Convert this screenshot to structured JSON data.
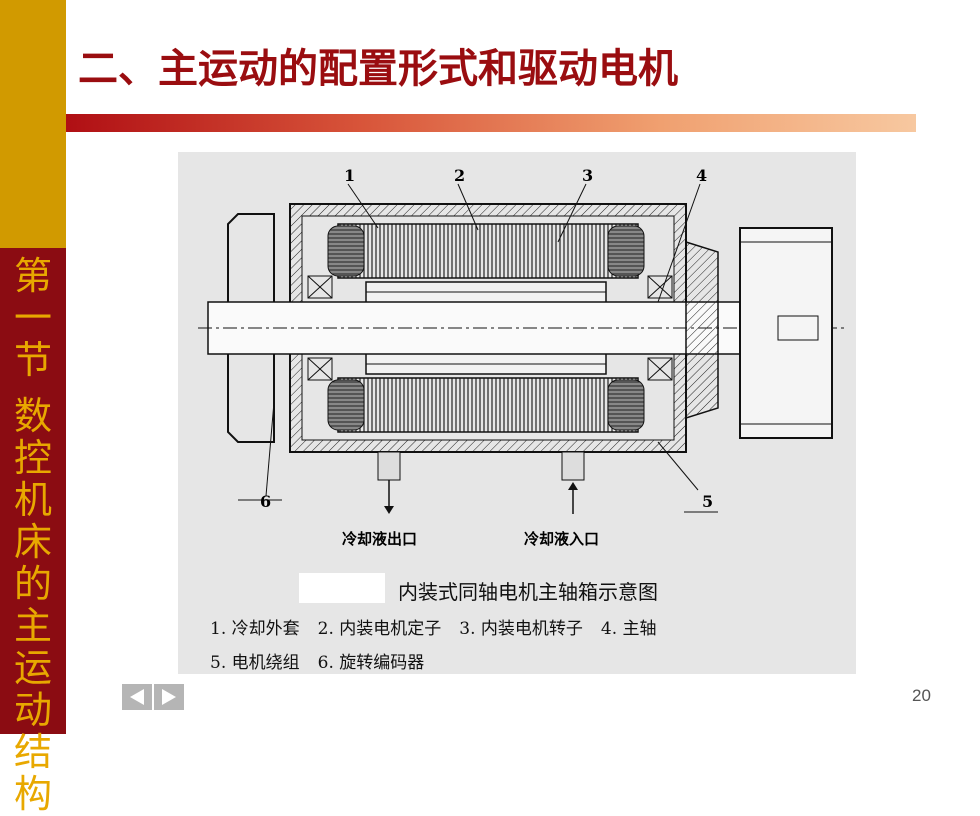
{
  "slide": {
    "title": "二、主运动的配置形式和驱动电机",
    "section": [
      "第",
      "一",
      "节",
      " ",
      "数",
      "控",
      "机",
      "床",
      "的",
      "主",
      "运",
      "动",
      "结",
      "构"
    ],
    "page_number": "20"
  },
  "figure": {
    "callouts": [
      "1",
      "2",
      "3",
      "4",
      "5",
      "6"
    ],
    "coolant_out": "冷却液出口",
    "coolant_in": "冷却液入口",
    "caption": "内装式同轴电机主轴箱示意图",
    "legend_line1": [
      "1. 冷却外套",
      "2. 内装电机定子",
      "3. 内装电机转子",
      "4. 主轴"
    ],
    "legend_line2": [
      "5. 电机绕组",
      "6. 旋转编码器"
    ]
  },
  "nav": {
    "prev_icon": "triangle-left-icon",
    "next_icon": "triangle-right-icon"
  }
}
